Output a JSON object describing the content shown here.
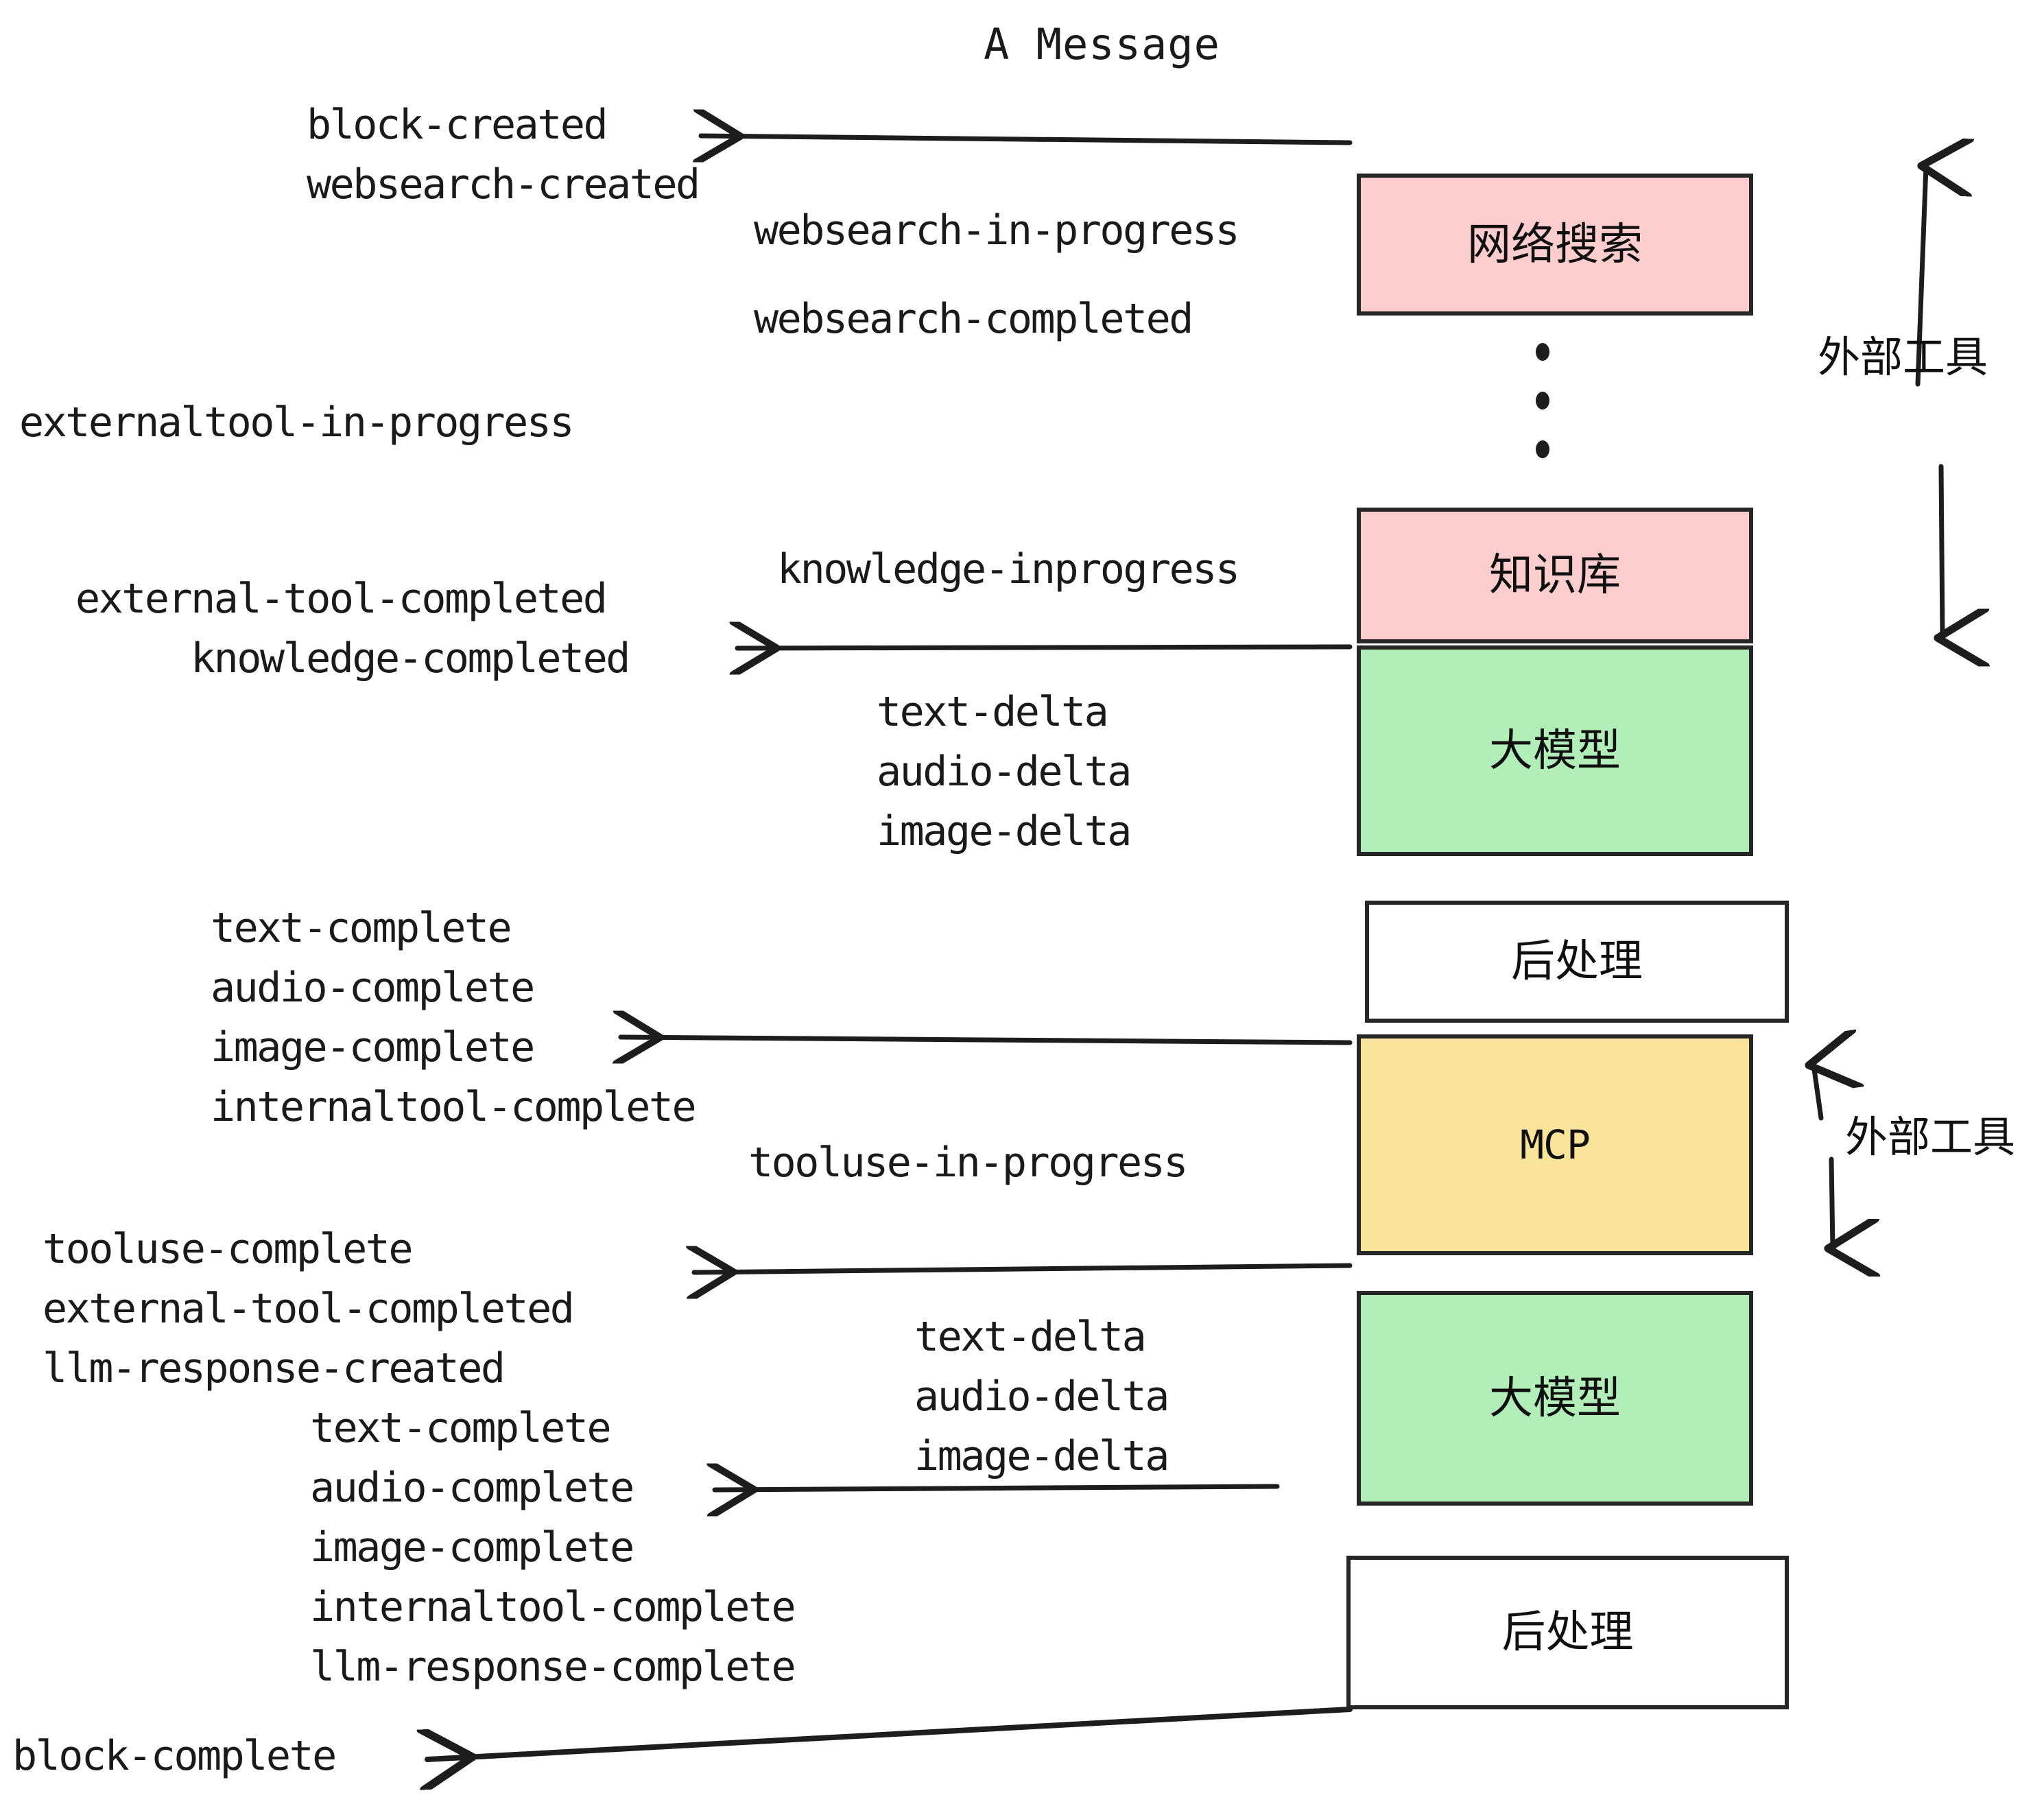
{
  "title": "A Message",
  "colors": {
    "pink": "#fbcdcd",
    "green": "#b2eeb8",
    "yellow": "#fae49c",
    "white": "#ffffff",
    "stroke": "#262626",
    "text": "#1a1a1a"
  },
  "nodes": {
    "websearch": "网络搜索",
    "knowledge": "知识库",
    "llm_1": "大模型",
    "postprocess_1": "后处理",
    "mcp": "MCP",
    "llm_2": "大模型",
    "postprocess_2": "后处理"
  },
  "side_labels": {
    "external_tool_top": "外部工具",
    "external_tool_bottom": "外部工具"
  },
  "events": {
    "block_created": "block-created",
    "websearch_created": "websearch-created",
    "websearch_in_progress": "websearch-in-progress",
    "websearch_completed": "websearch-completed",
    "externaltool_in_progress": "externaltool-in-progress",
    "knowledge_inprogress": "knowledge-inprogress",
    "external_tool_completed_1": "external-tool-completed",
    "knowledge_completed": "knowledge-completed",
    "text_delta_1": "text-delta",
    "audio_delta_1": "audio-delta",
    "image_delta_1": "image-delta",
    "text_complete_1": "text-complete",
    "audio_complete_1": "audio-complete",
    "image_complete_1": "image-complete",
    "internaltool_complete_1": "internaltool-complete",
    "tooluse_in_progress": "tooluse-in-progress",
    "tooluse_complete": "tooluse-complete",
    "external_tool_completed_2": "external-tool-completed",
    "llm_response_created": "llm-response-created",
    "text_delta_2": "text-delta",
    "audio_delta_2": "audio-delta",
    "image_delta_2": "image-delta",
    "text_complete_2": "text-complete",
    "audio_complete_2": "audio-complete",
    "image_complete_2": "image-complete",
    "internaltool_complete_2": "internaltool-complete",
    "llm_response_complete": "llm-response-complete",
    "block_complete": "block-complete"
  }
}
